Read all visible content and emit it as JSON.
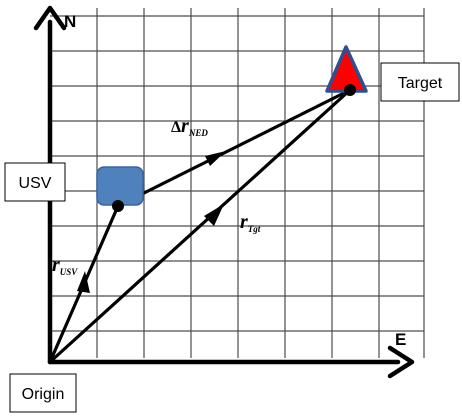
{
  "axes": {
    "north_label": "N",
    "east_label": "E"
  },
  "boxes": {
    "usv": "USV",
    "target": "Target",
    "origin": "Origin"
  },
  "vectors": {
    "delta_r_ned": {
      "prefix": "Δ",
      "symbol": "r",
      "subscript": "NED"
    },
    "r_usv": {
      "symbol": "r",
      "subscript": "USV"
    },
    "r_tgt": {
      "symbol": "r",
      "subscript": "Tgt"
    }
  },
  "colors": {
    "grid": "#4d4d4d",
    "usv_marker": "#4f81bd",
    "usv_marker_border": "#3a64a0",
    "target_marker": "#ff0000",
    "target_marker_border": "#2f4f8f",
    "vector": "#000000"
  }
}
